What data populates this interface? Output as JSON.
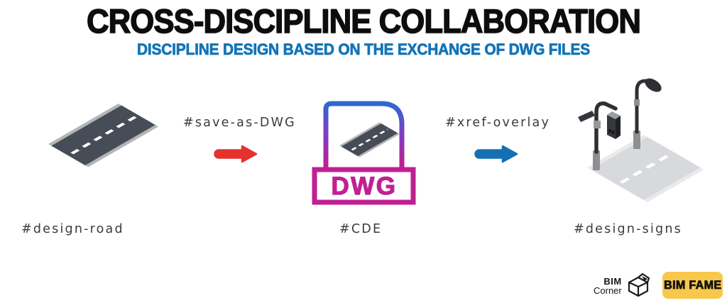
{
  "header": {
    "title": "CROSS-DISCIPLINE COLLABORATION",
    "subtitle": "DISCIPLINE DESIGN BASED ON THE EXCHANGE OF DWG FILES"
  },
  "flow": {
    "road": {
      "label": "#design-road"
    },
    "save_arrow": {
      "label": "#save-as-DWG"
    },
    "cde": {
      "label": "#CDE",
      "file_format": "DWG"
    },
    "xref_arrow": {
      "label": "#xref-overlay"
    },
    "signs": {
      "label": "#design-signs"
    }
  },
  "footer": {
    "bim_corner": {
      "line1": "BIM",
      "line2": "Corner"
    },
    "bim_fame": {
      "label": "BIM FAME"
    }
  },
  "colors": {
    "title_black": "#0d0d0d",
    "subtitle_blue": "#1274b8",
    "red_arrow": "#e5322f",
    "blue_arrow": "#1470b2",
    "dwg_magenta": "#c02093",
    "file_gradient_top": "#2d68d2",
    "road_dark": "#474d57",
    "road_stripe": "#b4b5b7",
    "road_faded": "#d8d9dc",
    "label_gray": "#3b3b3b",
    "bim_fame_bg": "#f7c84b"
  }
}
